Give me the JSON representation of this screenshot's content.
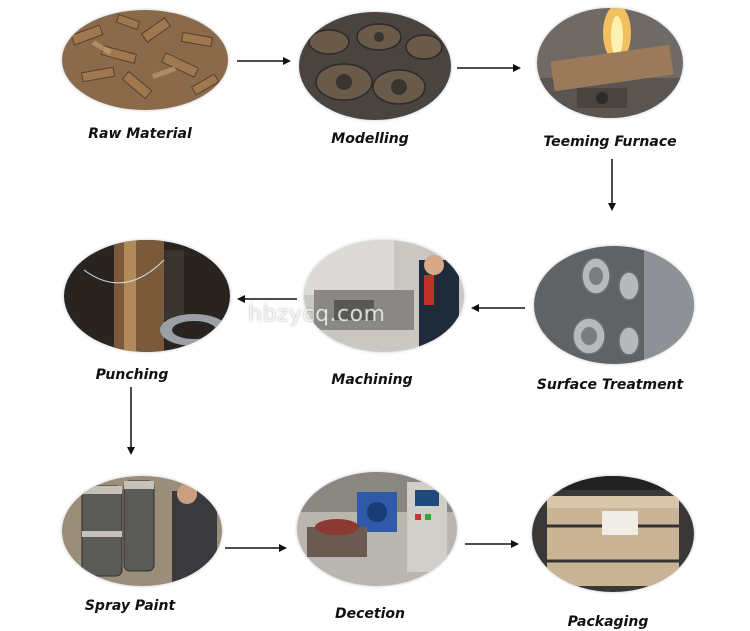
{
  "steps": [
    {
      "label": "Raw Material",
      "photo": "raw-material-photo"
    },
    {
      "label": "Modelling",
      "photo": "modelling-photo"
    },
    {
      "label": "Teeming Furnace",
      "photo": "teeming-furnace-photo"
    },
    {
      "label": "Surface Treatment",
      "photo": "surface-treatment-photo"
    },
    {
      "label": "Machining",
      "photo": "machining-photo"
    },
    {
      "label": "Punching",
      "photo": "punching-photo"
    },
    {
      "label": "Spray Paint",
      "photo": "spray-paint-photo"
    },
    {
      "label": "Decetion",
      "photo": "decetion-photo"
    },
    {
      "label": "Packaging",
      "photo": "packaging-photo"
    }
  ],
  "watermark": "hbzycq.com",
  "colors": {
    "arrow": "#111111",
    "label": "#111111",
    "background": "#ffffff"
  }
}
